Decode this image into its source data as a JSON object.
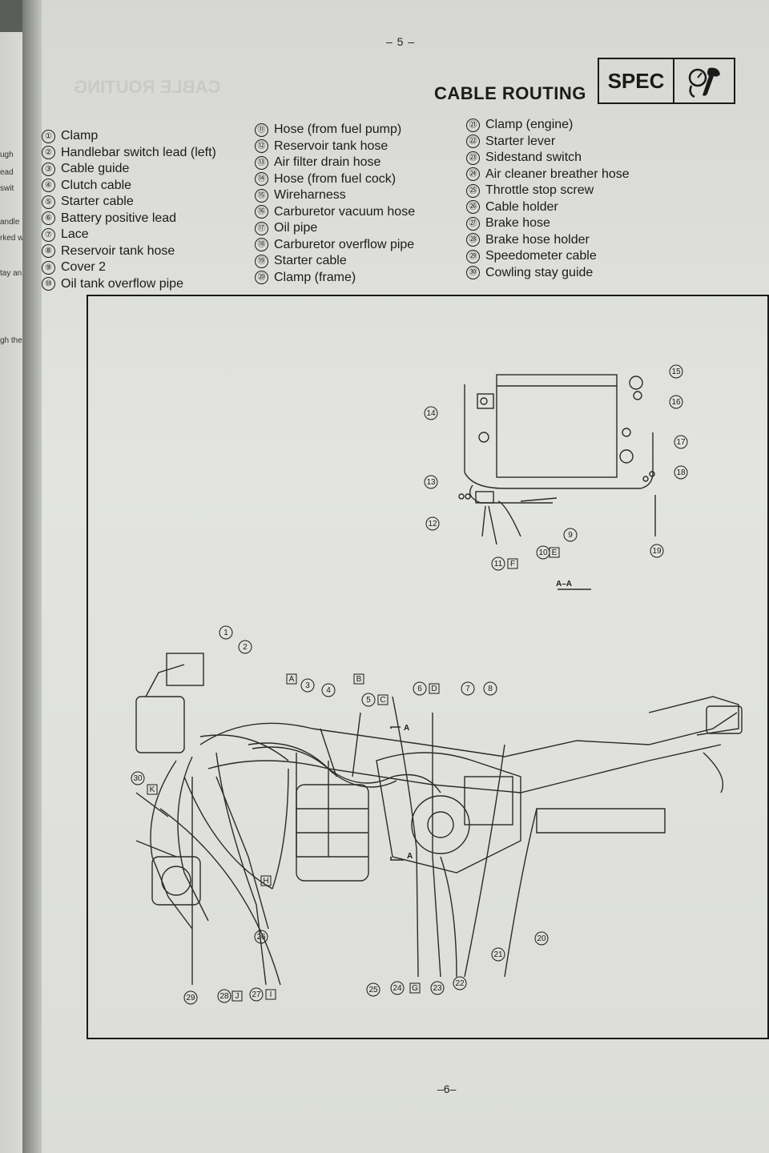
{
  "page": {
    "top_page_number": "– 5 –",
    "bottom_page_number": "–6–",
    "title": "CABLE ROUTING",
    "badge": "SPEC",
    "badge_icon": "wrench-gauge-icon"
  },
  "legend": [
    {
      "n": "①",
      "label": "Clamp"
    },
    {
      "n": "②",
      "label": "Handlebar switch lead (left)"
    },
    {
      "n": "③",
      "label": "Cable guide"
    },
    {
      "n": "④",
      "label": "Clutch cable"
    },
    {
      "n": "⑤",
      "label": "Starter cable"
    },
    {
      "n": "⑥",
      "label": "Battery positive lead"
    },
    {
      "n": "⑦",
      "label": "Lace"
    },
    {
      "n": "⑧",
      "label": "Reservoir tank hose"
    },
    {
      "n": "⑨",
      "label": "Cover 2"
    },
    {
      "n": "⑩",
      "label": "Oil tank overflow pipe"
    },
    {
      "n": "⑪",
      "label": "Hose (from fuel pump)"
    },
    {
      "n": "⑫",
      "label": "Reservoir tank hose"
    },
    {
      "n": "⑬",
      "label": "Air filter drain hose"
    },
    {
      "n": "⑭",
      "label": "Hose (from fuel cock)"
    },
    {
      "n": "⑮",
      "label": "Wireharness"
    },
    {
      "n": "⑯",
      "label": "Carburetor vacuum hose"
    },
    {
      "n": "⑰",
      "label": "Oil pipe"
    },
    {
      "n": "⑱",
      "label": "Carburetor overflow pipe"
    },
    {
      "n": "⑲",
      "label": "Starter cable"
    },
    {
      "n": "⑳",
      "label": "Clamp (frame)"
    },
    {
      "n": "㉑",
      "label": "Clamp (engine)"
    },
    {
      "n": "㉒",
      "label": "Starter lever"
    },
    {
      "n": "㉓",
      "label": "Sidestand switch"
    },
    {
      "n": "㉔",
      "label": "Air cleaner breather hose"
    },
    {
      "n": "㉕",
      "label": "Throttle stop screw"
    },
    {
      "n": "㉖",
      "label": "Cable holder"
    },
    {
      "n": "㉗",
      "label": "Brake hose"
    },
    {
      "n": "㉘",
      "label": "Brake hose holder"
    },
    {
      "n": "㉙",
      "label": "Speedometer cable"
    },
    {
      "n": "㉚",
      "label": "Cowling stay guide"
    }
  ],
  "diagram": {
    "section_label": "A–A",
    "cut_marks": [
      "A",
      "A"
    ],
    "letter_tags": [
      "A",
      "B",
      "C",
      "D",
      "E",
      "F",
      "G",
      "H",
      "I",
      "J",
      "K"
    ],
    "callouts": [
      "1",
      "2",
      "3",
      "4",
      "5",
      "6",
      "7",
      "8",
      "9",
      "10",
      "11",
      "12",
      "13",
      "14",
      "15",
      "16",
      "17",
      "18",
      "19",
      "20",
      "21",
      "22",
      "23",
      "24",
      "25",
      "26",
      "27",
      "28",
      "29",
      "30"
    ]
  },
  "left_page_fragments": [
    "ugh",
    "ead",
    "swit",
    "andle",
    "rked w",
    "tay an",
    "gh the"
  ]
}
